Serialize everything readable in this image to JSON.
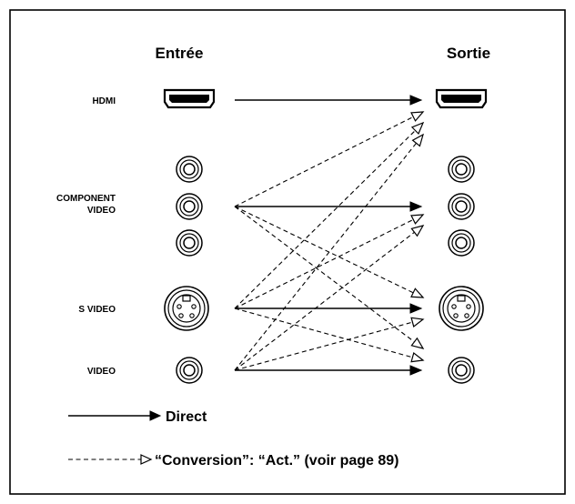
{
  "headers": {
    "input": "Entrée",
    "output": "Sortie"
  },
  "labels": {
    "hdmi": "HDMI",
    "component_line1": "COMPONENT",
    "component_line2": "VIDEO",
    "svideo": "S VIDEO",
    "video": "VIDEO"
  },
  "legend": {
    "direct": "Direct",
    "conversion": "“Conversion”: “Act.” (voir page 89)"
  },
  "connections": {
    "direct": [
      [
        "hdmi",
        "hdmi"
      ],
      [
        "component",
        "component"
      ],
      [
        "svideo",
        "svideo"
      ],
      [
        "video",
        "video"
      ]
    ],
    "conversion": [
      [
        "component",
        "hdmi"
      ],
      [
        "svideo",
        "hdmi"
      ],
      [
        "video",
        "hdmi"
      ],
      [
        "svideo",
        "component"
      ],
      [
        "video",
        "component"
      ],
      [
        "component",
        "svideo"
      ],
      [
        "video",
        "svideo"
      ],
      [
        "component",
        "video"
      ],
      [
        "svideo",
        "video"
      ]
    ]
  }
}
